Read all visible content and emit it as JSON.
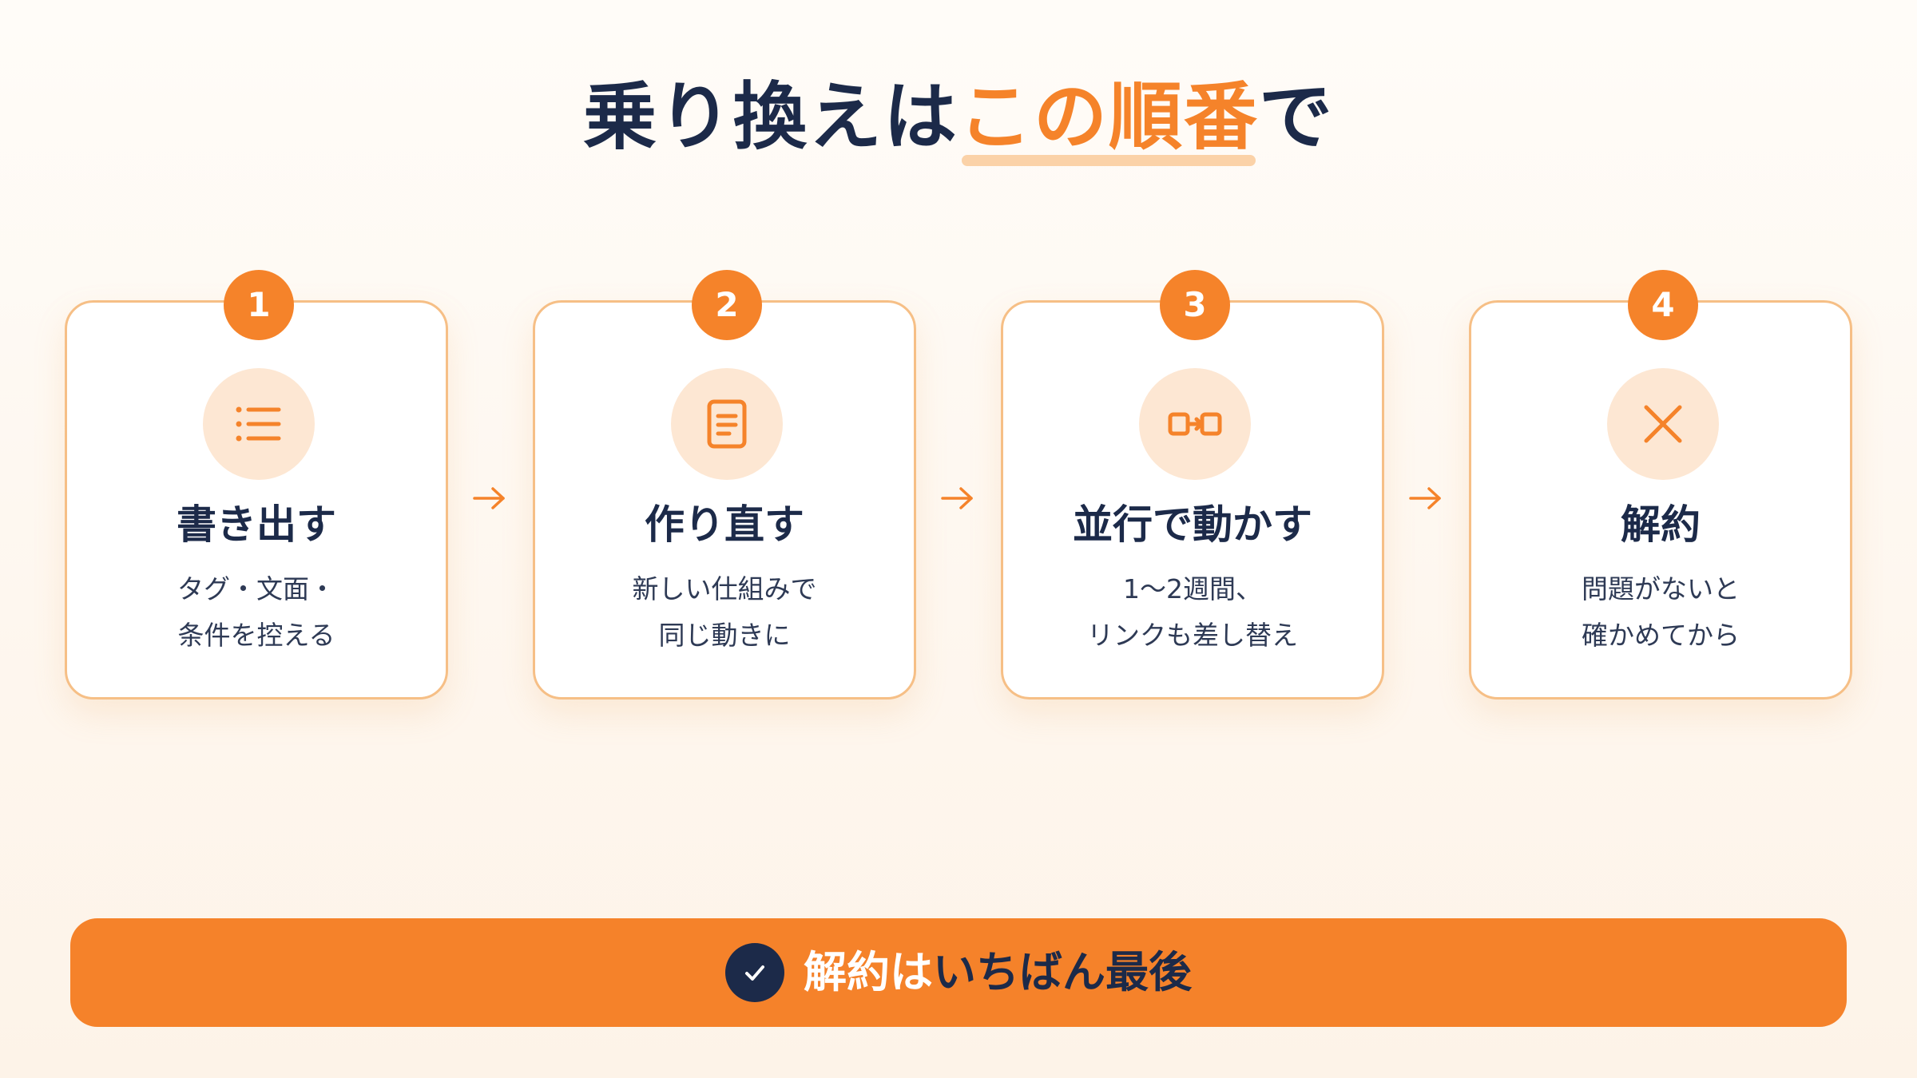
{
  "title": {
    "prefix": "乗り換えは",
    "highlight": "この順番",
    "suffix": "で"
  },
  "steps": [
    {
      "number": "1",
      "icon": "list-icon",
      "title": "書き出す",
      "desc": [
        "タグ・文面・",
        "条件を控える"
      ]
    },
    {
      "number": "2",
      "icon": "document-icon",
      "title": "作り直す",
      "desc": [
        "新しい仕組みで",
        "同じ動きに"
      ]
    },
    {
      "number": "3",
      "icon": "link-icon",
      "title": "並行で動かす",
      "desc": [
        "1〜2週間、",
        "リンクも差し替え"
      ]
    },
    {
      "number": "4",
      "icon": "close-icon",
      "title": "解約",
      "desc": [
        "問題がないと",
        "確かめてから"
      ]
    }
  ],
  "banner": {
    "part1": "解約は",
    "part2": "いちばん最後",
    "icon": "check-icon"
  },
  "colors": {
    "accent": "#f5832a",
    "navy": "#1c2a49",
    "border": "#f6bf86",
    "icon_bg": "#fde7d3"
  }
}
